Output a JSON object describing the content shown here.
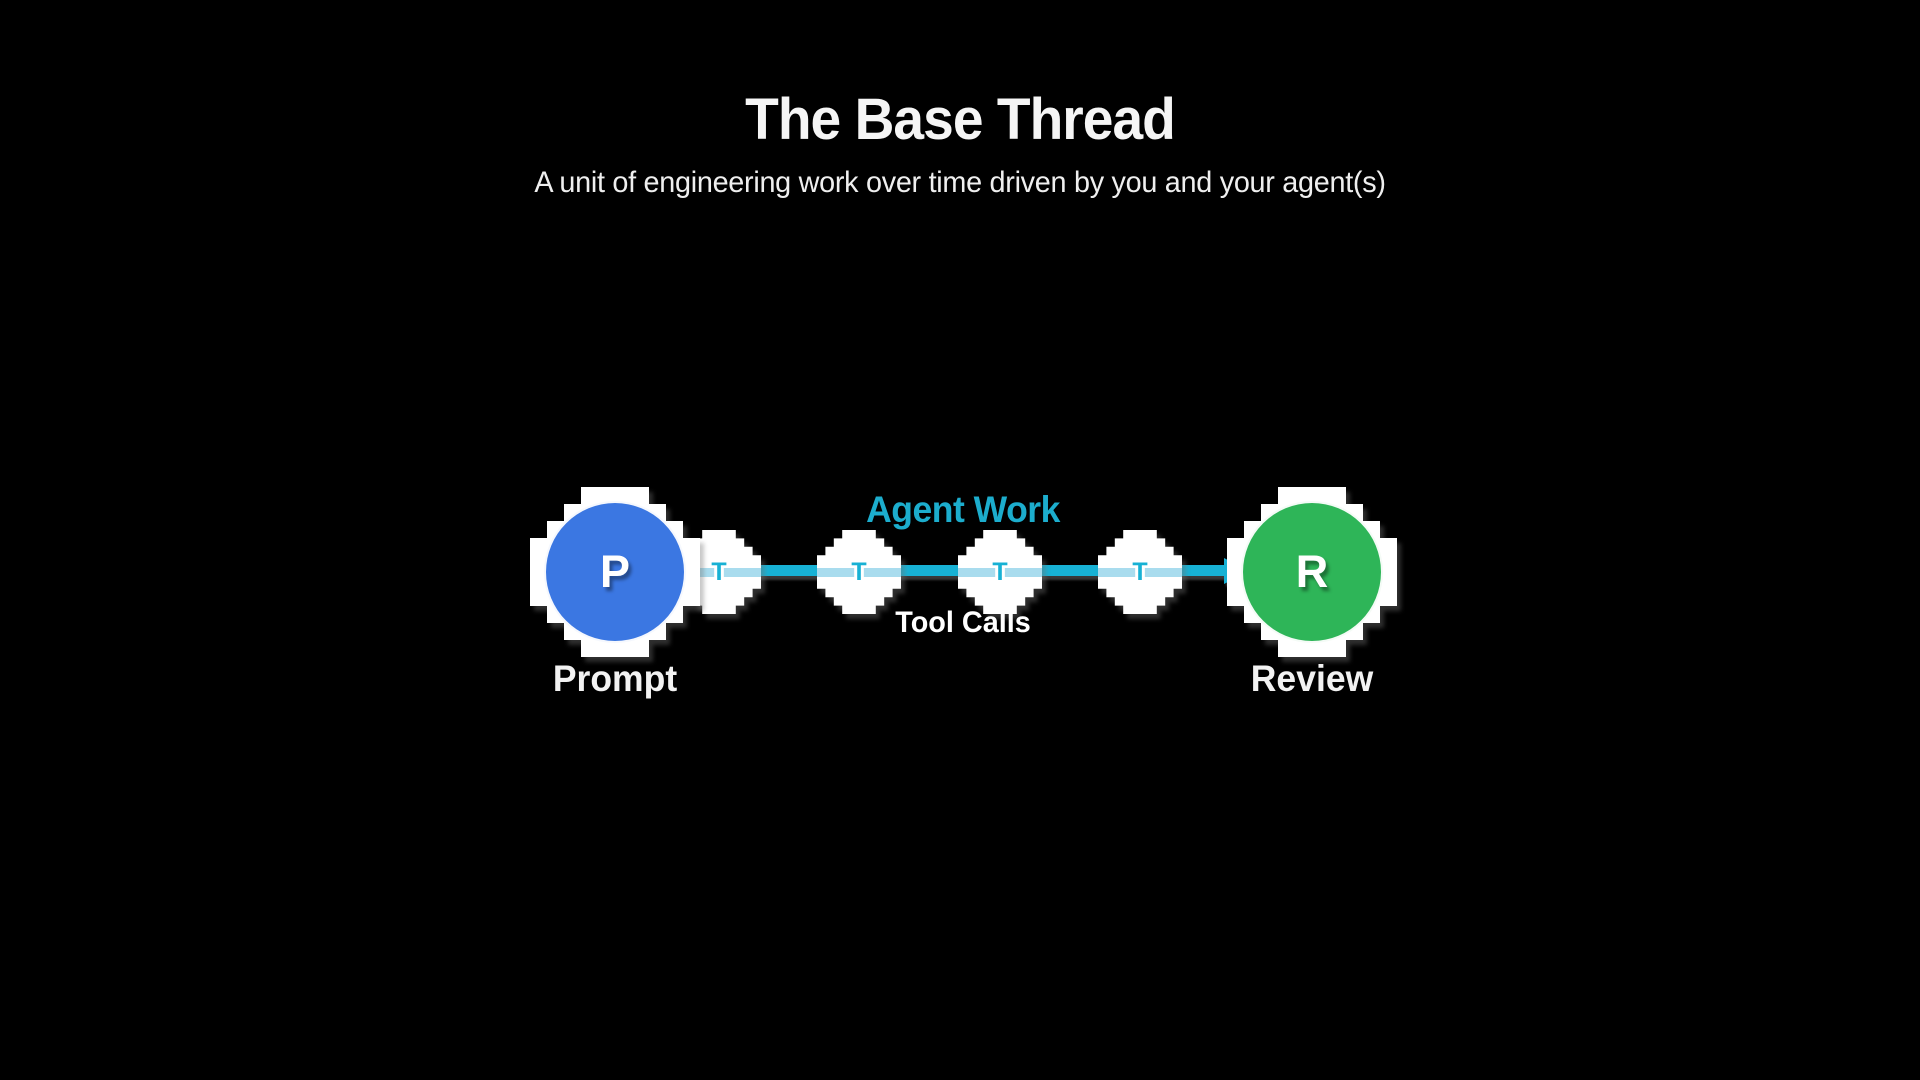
{
  "page": {
    "background_color": "#000000"
  },
  "header": {
    "title": "The Base Thread",
    "subtitle": "A unit of engineering work over time driven by you and your agent(s)"
  },
  "diagram": {
    "agent_work_label": "Agent Work",
    "tool_calls_label": "Tool Calls",
    "prompt_node": {
      "letter": "P",
      "label": "Prompt",
      "color": "#3b77e2"
    },
    "review_node": {
      "letter": "R",
      "label": "Review",
      "color": "#2eb558"
    },
    "tool_nodes": [
      {
        "letter": "T"
      },
      {
        "letter": "T"
      },
      {
        "letter": "T"
      },
      {
        "letter": "T"
      }
    ],
    "colors": {
      "line_cyan": "#17b1d4",
      "agent_work_text_cyan": "#1cadcd",
      "prompt_blue": "#3b77e2",
      "review_green": "#2eb558",
      "tool_node_white": "#ffffff"
    }
  }
}
